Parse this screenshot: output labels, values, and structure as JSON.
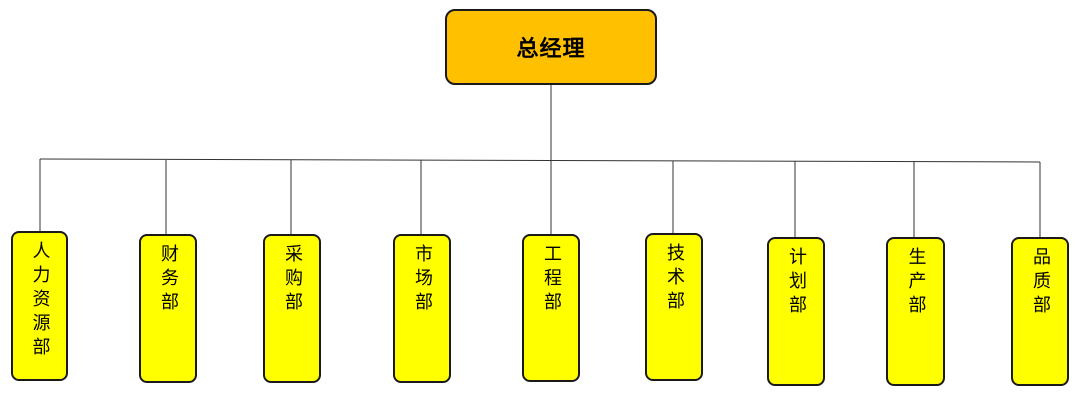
{
  "org_chart": {
    "root": {
      "label": "总经理",
      "color": "#FFC000"
    },
    "departments": [
      {
        "id": "hr",
        "label": "人力资源部"
      },
      {
        "id": "finance",
        "label": "财务部"
      },
      {
        "id": "procurement",
        "label": "采购部"
      },
      {
        "id": "marketing",
        "label": "市场部"
      },
      {
        "id": "engineering",
        "label": "工程部"
      },
      {
        "id": "technology",
        "label": "技术部"
      },
      {
        "id": "planning",
        "label": "计划部"
      },
      {
        "id": "production",
        "label": "生产部"
      },
      {
        "id": "quality",
        "label": "品质部"
      }
    ],
    "department_color": "#FFFF00",
    "line_color": "#333333"
  }
}
